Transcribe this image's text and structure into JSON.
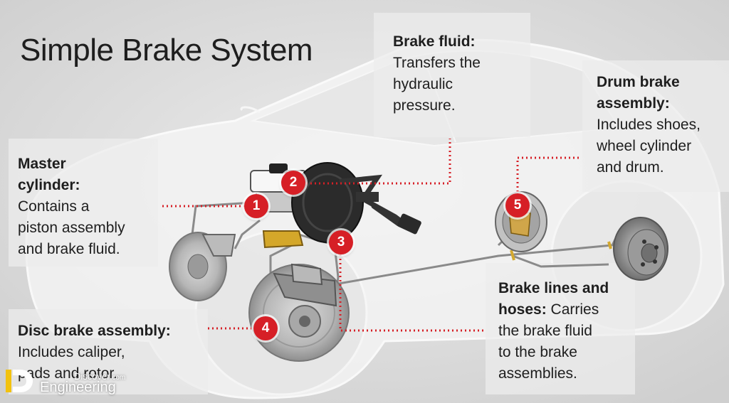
{
  "title": "Simple Brake System",
  "callouts": {
    "brake_fluid": {
      "heading": "Brake fluid:",
      "lines": [
        "Transfers the",
        "hydraulic",
        "pressure."
      ]
    },
    "drum": {
      "heading_lines": [
        "Drum brake",
        "assembly:"
      ],
      "lines": [
        "Includes shoes,",
        "wheel cylinder",
        "and drum."
      ]
    },
    "master": {
      "heading_lines": [
        "Master",
        "cylinder:"
      ],
      "lines": [
        "Contains a",
        "piston assembly",
        "and brake fluid."
      ]
    },
    "disc": {
      "heading": "Disc brake assembly:",
      "lines": [
        "Includes caliper,",
        "pads and rotor."
      ]
    },
    "lines_hoses": {
      "heading_lines": [
        "Brake lines and"
      ],
      "heading_inline": "hoses:",
      "inline_text": " Carries",
      "lines": [
        "the brake fluid",
        "to the brake",
        "assemblies."
      ]
    }
  },
  "markers": [
    "1",
    "2",
    "3",
    "4",
    "5"
  ],
  "logo": {
    "word_top": "Discover",
    "domain": ".com",
    "word": "Engineering"
  },
  "colors": {
    "marker": "#d61f26",
    "leader": "#d61f26",
    "text": "#1e1e1e"
  }
}
